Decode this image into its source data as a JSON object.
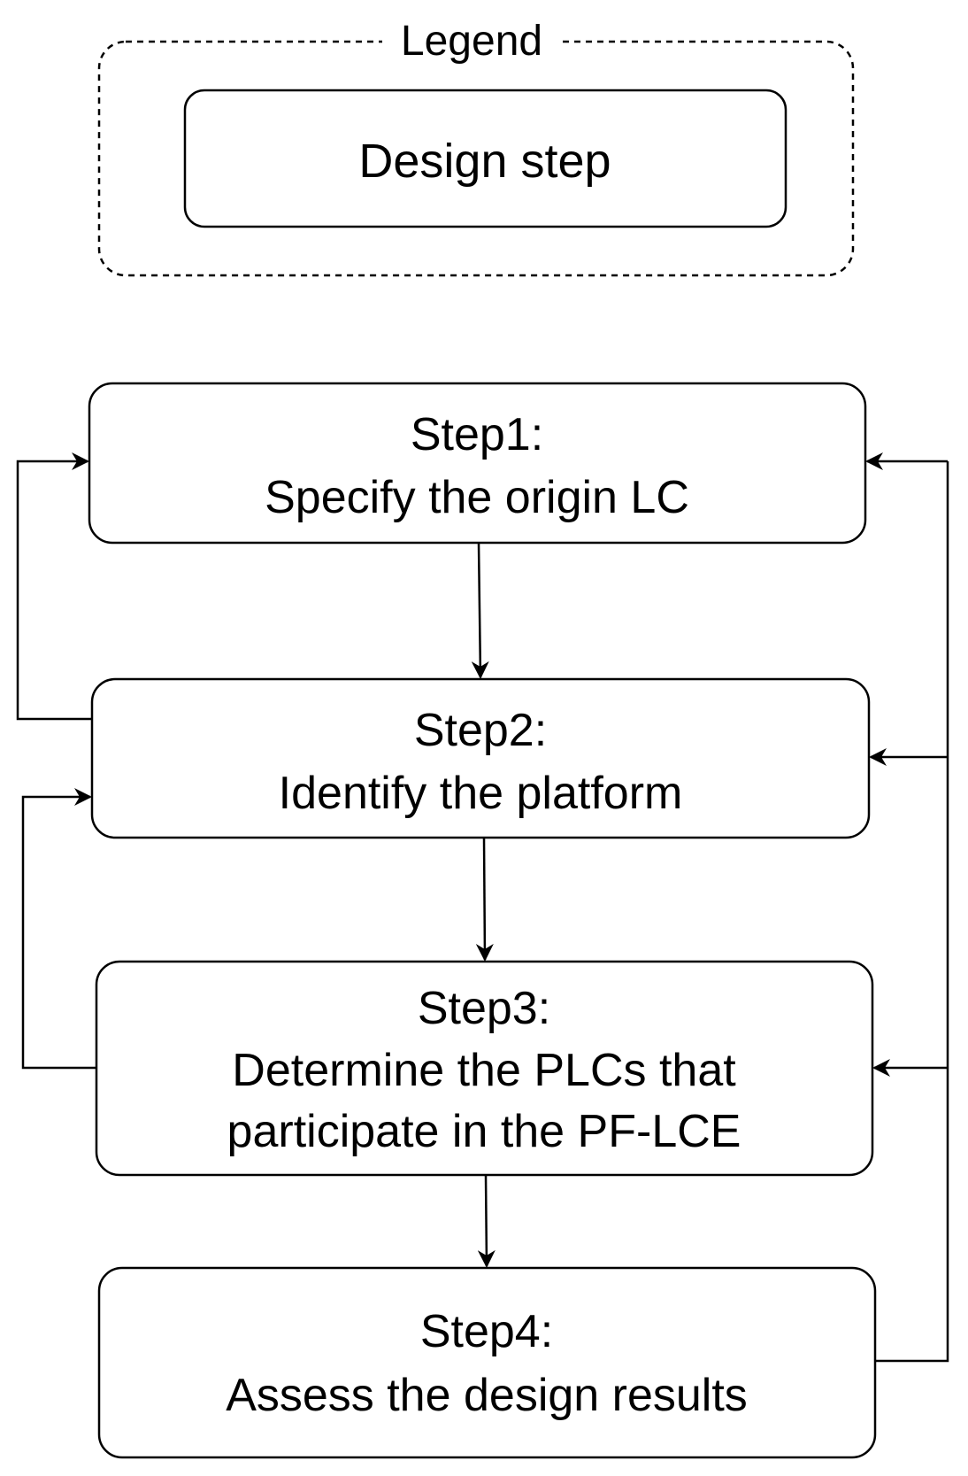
{
  "legend": {
    "title": "Legend",
    "item_label": "Design step"
  },
  "steps": [
    {
      "title": "Step1:",
      "lines": [
        "Specify the origin LC"
      ]
    },
    {
      "title": "Step2:",
      "lines": [
        "Identify the platform"
      ]
    },
    {
      "title": "Step3:",
      "lines": [
        "Determine the PLCs that",
        "participate in the PF-LCE"
      ]
    },
    {
      "title": "Step4:",
      "lines": [
        "Assess the design results"
      ]
    }
  ],
  "colors": {
    "stroke": "#000000",
    "background": "#ffffff",
    "text": "#000000"
  }
}
